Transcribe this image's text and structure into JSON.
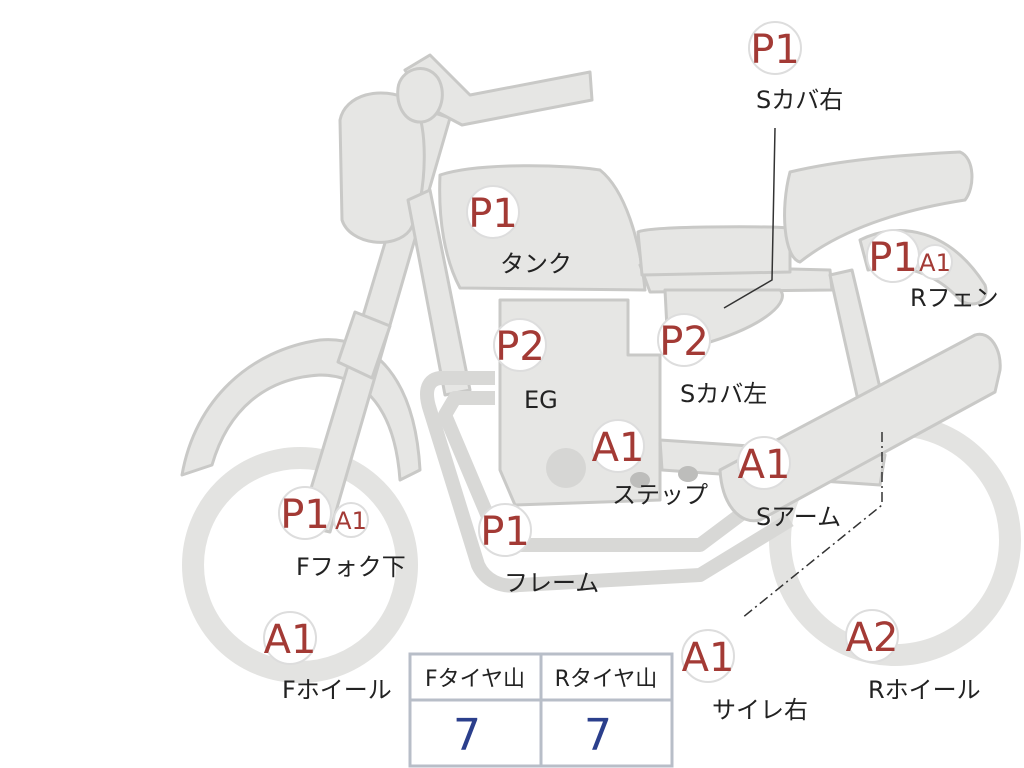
{
  "parts": [
    {
      "id": "s-cover-right",
      "grade": "P1",
      "label": "Sカバ右"
    },
    {
      "id": "tank",
      "grade": "P1",
      "label": "タンク"
    },
    {
      "id": "r-fender",
      "grade": "P1",
      "grade2": "A1",
      "label": "Rフェン"
    },
    {
      "id": "engine",
      "grade": "P2",
      "label": "EG"
    },
    {
      "id": "s-cover-left",
      "grade": "P2",
      "label": "Sカバ左"
    },
    {
      "id": "step",
      "grade": "A1",
      "label": "ステップ"
    },
    {
      "id": "swing-arm",
      "grade": "A1",
      "label": "Sアーム"
    },
    {
      "id": "f-fork-lower",
      "grade": "P1",
      "grade2": "A1",
      "label": "Fフォク下"
    },
    {
      "id": "frame",
      "grade": "P1",
      "label": "フレーム"
    },
    {
      "id": "f-wheel",
      "grade": "A1",
      "label": "Fホイール"
    },
    {
      "id": "muffler-right",
      "grade": "A1",
      "label": "サイレ右"
    },
    {
      "id": "r-wheel",
      "grade": "A2",
      "label": "Rホイール"
    }
  ],
  "tire_table": {
    "headers": [
      "Fタイヤ山",
      "Rタイヤ山"
    ],
    "values": [
      "7",
      "7"
    ]
  }
}
